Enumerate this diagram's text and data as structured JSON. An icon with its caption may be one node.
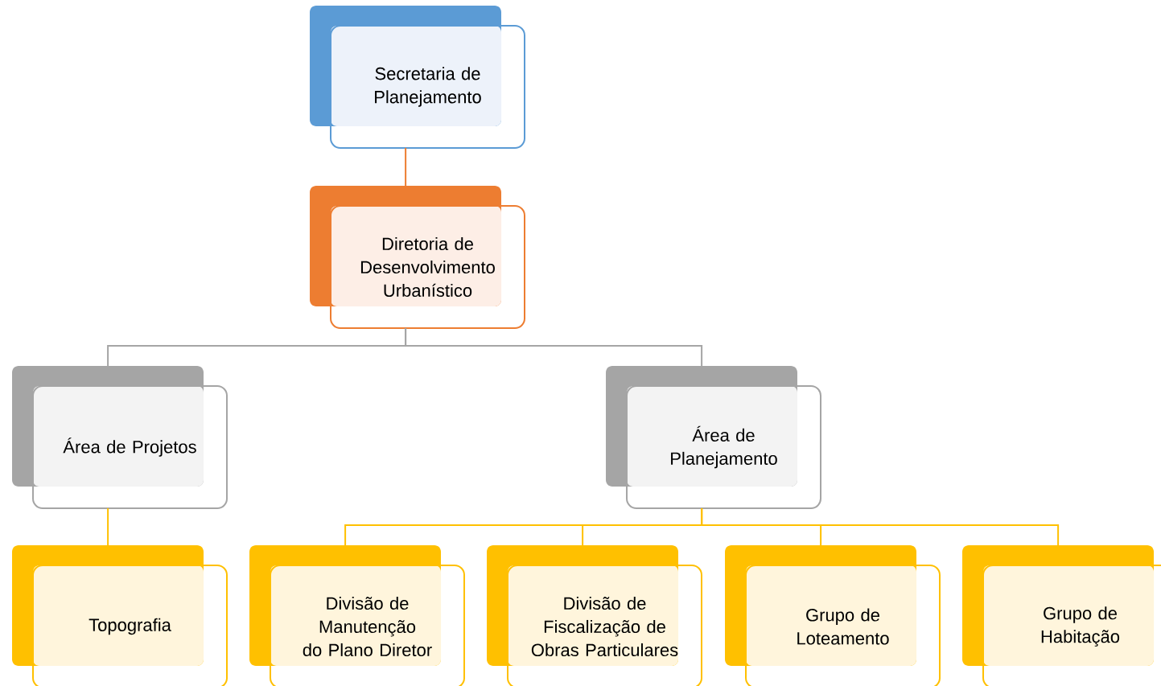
{
  "diagram": {
    "nodes": [
      {
        "text": [
          "Secretaria de Planejamento"
        ]
      },
      {
        "text": [
          "Diretoria de Desenvolvimento Urbanístico"
        ]
      },
      {
        "text": [
          "Área de Projetos"
        ]
      },
      {
        "text": [
          "Área de Planejamento"
        ]
      },
      {
        "text": [
          "Topografia"
        ]
      },
      {
        "text": [
          "Divisão de Manutenção do Plano Diretor"
        ]
      },
      {
        "text": [
          "Divisão de Fiscalização de Obras Particulares"
        ]
      },
      {
        "text": [
          "Grupo de Loteamento"
        ]
      },
      {
        "text": [
          "Grupo de Habitação"
        ]
      }
    ],
    "edges": [
      {
        "from": 0,
        "to": 1,
        "arrow": "none",
        "color": "#ed7d31"
      },
      {
        "from": 1,
        "to": 2,
        "arrow": "none",
        "color": "#a5a5a5"
      },
      {
        "from": 1,
        "to": 3,
        "arrow": "none",
        "color": "#a5a5a5"
      },
      {
        "from": 2,
        "to": 4,
        "arrow": "none"
      },
      {
        "from": 3,
        "to": 5,
        "arrow": "none"
      },
      {
        "from": 3,
        "to": 6,
        "arrow": "none"
      },
      {
        "from": 3,
        "to": 7,
        "arrow": "none"
      },
      {
        "from": 3,
        "to": 8,
        "arrow": "none"
      }
    ]
  }
}
